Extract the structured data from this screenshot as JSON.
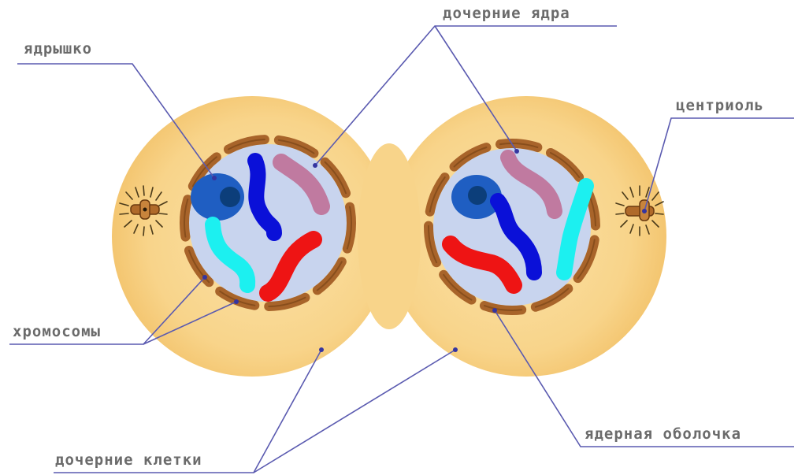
{
  "labels": {
    "nucleolus": "ядрышко",
    "daughter_nuclei": "дочерние ядра",
    "centriole": "центриоль",
    "chromosomes": "хромосомы",
    "nuclear_envelope": "ядерная оболочка",
    "daughter_cells": "дочерние клетки"
  },
  "colors": {
    "cytoplasm": "#f7cf7f",
    "nucleus": "#c8d4ee",
    "envelope": "#a8642a",
    "nucleolus": "#1f5ec2",
    "chromosome_blue": "#0a10d8",
    "chromosome_cyan": "#1cf0f0",
    "chromosome_pink": "#c07aa0",
    "chromosome_red": "#ee1414",
    "leader_line": "#5a5ab0"
  }
}
